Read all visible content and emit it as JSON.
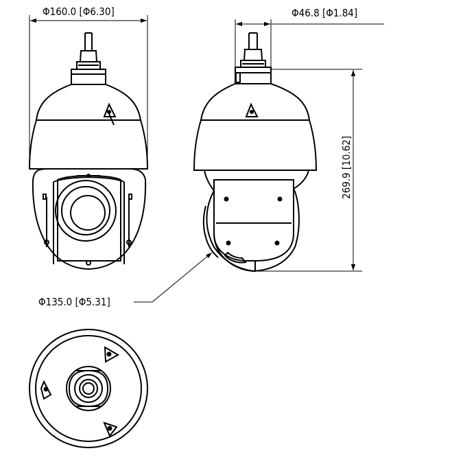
{
  "dimensions": {
    "diameter_top": "Φ160.0 [Φ6.30]",
    "diameter_cable": "Φ46.8 [Φ1.84]",
    "height": "269.9 [10.62]",
    "diameter_ball": "Φ135.0 [Φ5.31]"
  },
  "colors": {
    "line": "#000000",
    "background": "#ffffff"
  },
  "icons": [
    "front-view-drawing",
    "side-view-drawing",
    "bottom-view-drawing",
    "dimension-arrow-icon"
  ]
}
